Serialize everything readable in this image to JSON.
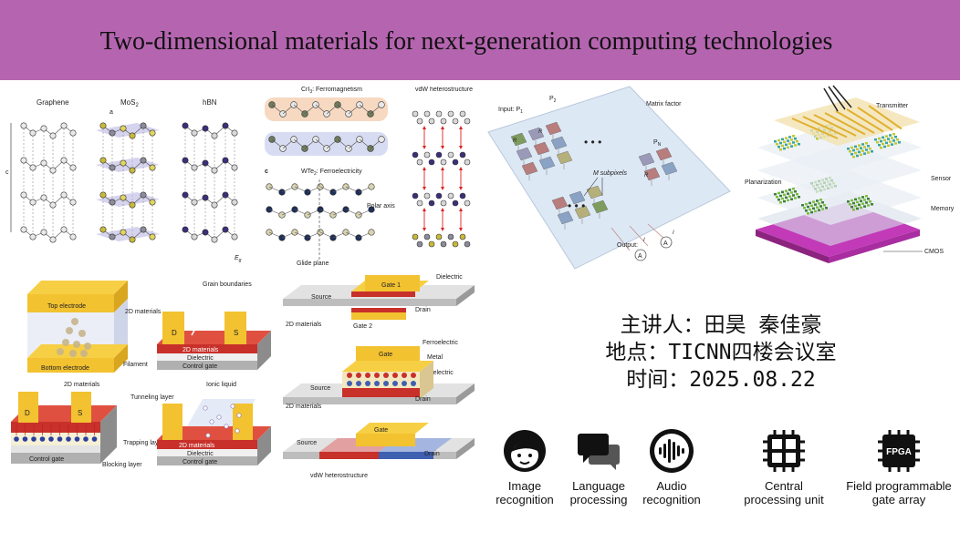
{
  "slide": {
    "title": "Two-dimensional materials for next-generation computing technologies"
  },
  "crystal_panel": {
    "graphene": "Graphene",
    "mos2": "MoS",
    "mos2_sub": "2",
    "hbn": "hBN",
    "axis_a": "a",
    "axis_c": "c",
    "eg": "E",
    "eg_sub": "g",
    "cri3": "CrI",
    "cri3_sub": "3",
    "cri3_suffix": ": Ferromagnetism",
    "c_label": "c",
    "wte2": "WTe",
    "wte2_sub": "2",
    "wte2_suffix": ": Ferroelectricity",
    "polar_axis": "Polar axis",
    "glide_plane": "Glide plane",
    "vdw": "vdW heterostructure"
  },
  "devices_panel": {
    "top_electrode": "Top electrode",
    "bottom_electrode": "Bottom electrode",
    "materials_2d": "2D materials",
    "filament": "Filament",
    "grain_boundaries": "Grain boundaries",
    "d": "D",
    "s": "S",
    "dielectric": "Dielectric",
    "control_gate": "Control gate",
    "tunneling_layer": "Tunneling layer",
    "trapping_layer": "Trapping layer",
    "blocking_layer": "Blocking layer",
    "ionic_liquid": "Ionic liquid"
  },
  "transistor_panel": {
    "dielectric": "Dielectric",
    "gate1": "Gate 1",
    "gate2": "Gate 2",
    "source": "Source",
    "drain": "Drain",
    "materials_2d": "2D materials",
    "gate": "Gate",
    "ferroelectric": "Ferroelectric",
    "metal": "Metal",
    "vdw": "vdW heterostructure"
  },
  "matrix_panel": {
    "input": "Input: P",
    "input_sub": "1",
    "p2": "P",
    "p2_sub": "2",
    "pn": "P",
    "pn_sub": "N",
    "matrix_factor": "Matrix factor",
    "r11": "R",
    "r12": "R",
    "r1m": "R",
    "m_subpixels": "M subpixels",
    "output": "Output:",
    "i1": "I",
    "im": "I",
    "ammeter": "A"
  },
  "stack_panel": {
    "transmitter": "Transmitter",
    "sensor": "Sensor",
    "planarization": "Planarization",
    "memory": "Memory",
    "cmos": "CMOS"
  },
  "info": {
    "speaker": "主讲人：田昊 秦佳豪",
    "location": "地点：TICNN四楼会议室",
    "time": "时间：2025.08.22"
  },
  "applications": [
    {
      "line1": "Image",
      "line2": "recognition",
      "icon": "face-icon"
    },
    {
      "line1": "Language",
      "line2": "processing",
      "icon": "chat-bubbles-icon"
    },
    {
      "line1": "Audio",
      "line2": "recognition",
      "icon": "audio-wave-icon"
    },
    {
      "line1": "Central",
      "line2": "processing unit",
      "icon": "cpu-chip-icon"
    },
    {
      "line1": "Field programmable",
      "line2": "gate array",
      "icon": "fpga-chip-icon"
    }
  ],
  "fpga_chip_text": "FPGA",
  "colors": {
    "banner": "#b565b0",
    "gold": "#f2c230",
    "red_layer": "#c8302a",
    "cmos_magenta": "#c23ab8"
  }
}
